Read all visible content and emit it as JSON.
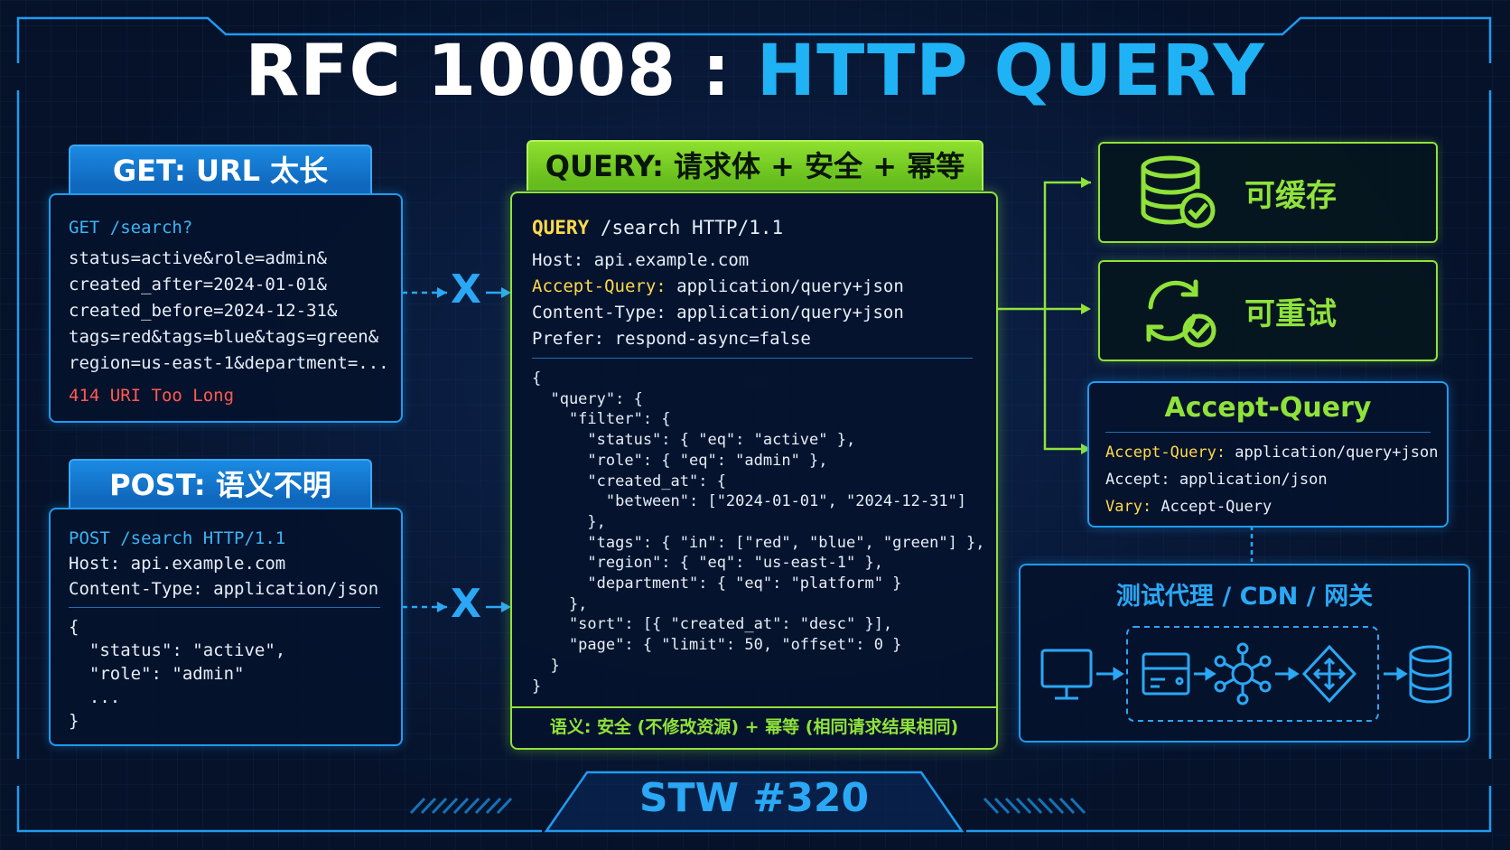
{
  "title": {
    "part1": "RFC 10008 : ",
    "part2": "HTTP QUERY"
  },
  "get_panel": {
    "header": "GET: URL 太长",
    "request_line": "GET /search?",
    "lines": [
      "status=active&role=admin&",
      "created_after=2024-01-01&",
      "created_before=2024-12-31&",
      "tags=red&tags=blue&tags=green&",
      "region=us-east-1&department=..."
    ],
    "error": "414 URI Too Long"
  },
  "post_panel": {
    "header": "POST: 语义不明",
    "request_line": "POST /search HTTP/1.1",
    "host": "Host: api.example.com",
    "content_type": "Content-Type: application/json",
    "body_lines": [
      "{",
      "  \"status\": \"active\",",
      "  \"role\": \"admin\"",
      "  ...",
      "}"
    ]
  },
  "arrow_marks": {
    "reject": "X"
  },
  "query_panel": {
    "header": "QUERY: 请求体 + 安全 + 幂等",
    "method": "QUERY",
    "request_rest": " /search HTTP/1.1",
    "host": "Host: api.example.com",
    "accept_query_key": "Accept-Query:",
    "accept_query_val": " application/query+json",
    "content_type": "Content-Type: application/query+json",
    "prefer": "Prefer: respond-async=false",
    "body_lines": [
      "{",
      "  \"query\": {",
      "    \"filter\": {",
      "      \"status\": { \"eq\": \"active\" },",
      "      \"role\": { \"eq\": \"admin\" },",
      "      \"created_at\": {",
      "        \"between\": [\"2024-01-01\", \"2024-12-31\"]",
      "      },",
      "      \"tags\": { \"in\": [\"red\", \"blue\", \"green\"] },",
      "      \"region\": { \"eq\": \"us-east-1\" },",
      "      \"department\": { \"eq\": \"platform\" }",
      "    },",
      "    \"sort\": [{ \"created_at\": \"desc\" }],",
      "    \"page\": { \"limit\": 50, \"offset\": 0 }",
      "  }",
      "}"
    ],
    "footer": "语义: 安全 (不修改资源) + 幂等 (相同请求结果相同)"
  },
  "features": {
    "cacheable": "可缓存",
    "retryable": "可重试"
  },
  "accept_query_box": {
    "title": "Accept-Query",
    "line1_key": "Accept-Query:",
    "line1_val": " application/query+json",
    "line2": "Accept: application/json",
    "line3_key": "Vary:",
    "line3_val": " Accept-Query"
  },
  "proxy_box": {
    "title": "测试代理 / CDN / 网关"
  },
  "footer": {
    "label": "STW #320"
  },
  "colors": {
    "blue": "#1fb3f5",
    "green": "#8fe23a",
    "red": "#ff5a4f",
    "background": "#06122a"
  }
}
